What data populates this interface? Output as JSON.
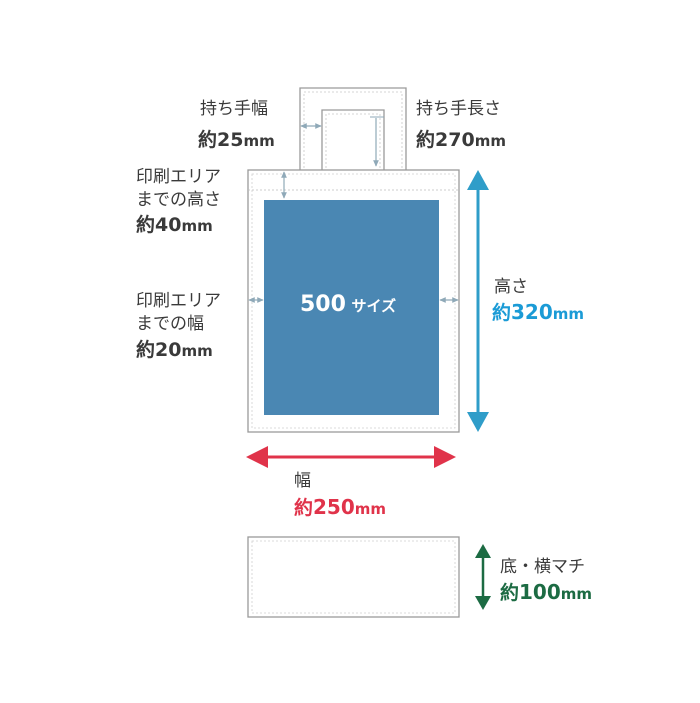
{
  "handle_width": {
    "label": "持ち手幅",
    "value": "約25mm",
    "prefix": "約",
    "num": "25",
    "unit": "mm"
  },
  "handle_length": {
    "label": "持ち手長さ",
    "value": "約270mm",
    "prefix": "約",
    "num": "270",
    "unit": "mm"
  },
  "print_top": {
    "label_line1": "印刷エリア",
    "label_line2": "までの高さ",
    "prefix": "約",
    "num": "40",
    "unit": "mm"
  },
  "print_side": {
    "label_line1": "印刷エリア",
    "label_line2": "までの幅",
    "prefix": "約",
    "num": "20",
    "unit": "mm"
  },
  "print_area": {
    "size_num": "500",
    "size_suffix": "サイズ"
  },
  "height": {
    "label": "高さ",
    "prefix": "約",
    "num": "320",
    "unit": "mm"
  },
  "width": {
    "label": "幅",
    "prefix": "約",
    "num": "250",
    "unit": "mm"
  },
  "gusset": {
    "label": "底・横マチ",
    "prefix": "約",
    "num": "100",
    "unit": "mm"
  },
  "colors": {
    "print_area": "#4a87b3",
    "height_arrow": "#2f9dc9",
    "height_text": "#1b9bd6",
    "width_arrow": "#e0334a",
    "width_text": "#e0334a",
    "gusset_arrow": "#1c6b43",
    "gusset_text": "#1c6b43",
    "small_arrow": "#8fa9b8",
    "outline": "#9a9a9a"
  }
}
